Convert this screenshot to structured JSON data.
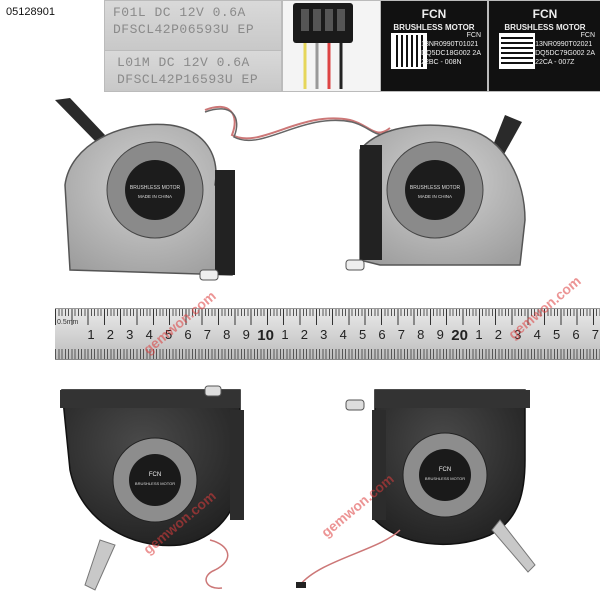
{
  "product_code": "05128901",
  "labels": {
    "silver_1": {
      "line1": "F01L  DC 12V 0.6A",
      "line2": "DFSCL42P06593U EP"
    },
    "silver_2": {
      "line1": "L01M  DC 12V 0.6A",
      "line2": "DFSCL42P16593U EP"
    },
    "black_1": {
      "brand": "FCN",
      "sub": "BRUSHLESS MOTOR",
      "line1": "FCN",
      "line2": "13NR0990T01021",
      "line3": "DQ5DC18G002 2A",
      "line4": "22BC - 008N"
    },
    "black_2": {
      "brand": "FCN",
      "sub": "BRUSHLESS MOTOR",
      "line1": "FCN",
      "line2": "13NR0990T02021",
      "line3": "DQ5DC79G002 2A",
      "line4": "22CA - 007Z"
    }
  },
  "fan_labels": {
    "hub_text_1": "BRUSHLESS MOTOR",
    "hub_text_2": "MADE IN CHINA",
    "hub_brand": "FCN"
  },
  "ruler": {
    "unit": "0.5mm",
    "numbers": [
      "1",
      "2",
      "3",
      "4",
      "5",
      "6",
      "7",
      "8",
      "9",
      "10",
      "1",
      "2",
      "3",
      "4",
      "5",
      "6",
      "7",
      "8",
      "9",
      "20",
      "1",
      "2",
      "3",
      "4",
      "5",
      "6",
      "7"
    ]
  },
  "watermark": "gemwon.com",
  "colors": {
    "fan_silver": "#b7b7b7",
    "fan_dark": "#2b2b2b",
    "label_black": "#111111",
    "watermark": "#dc3c3c"
  }
}
